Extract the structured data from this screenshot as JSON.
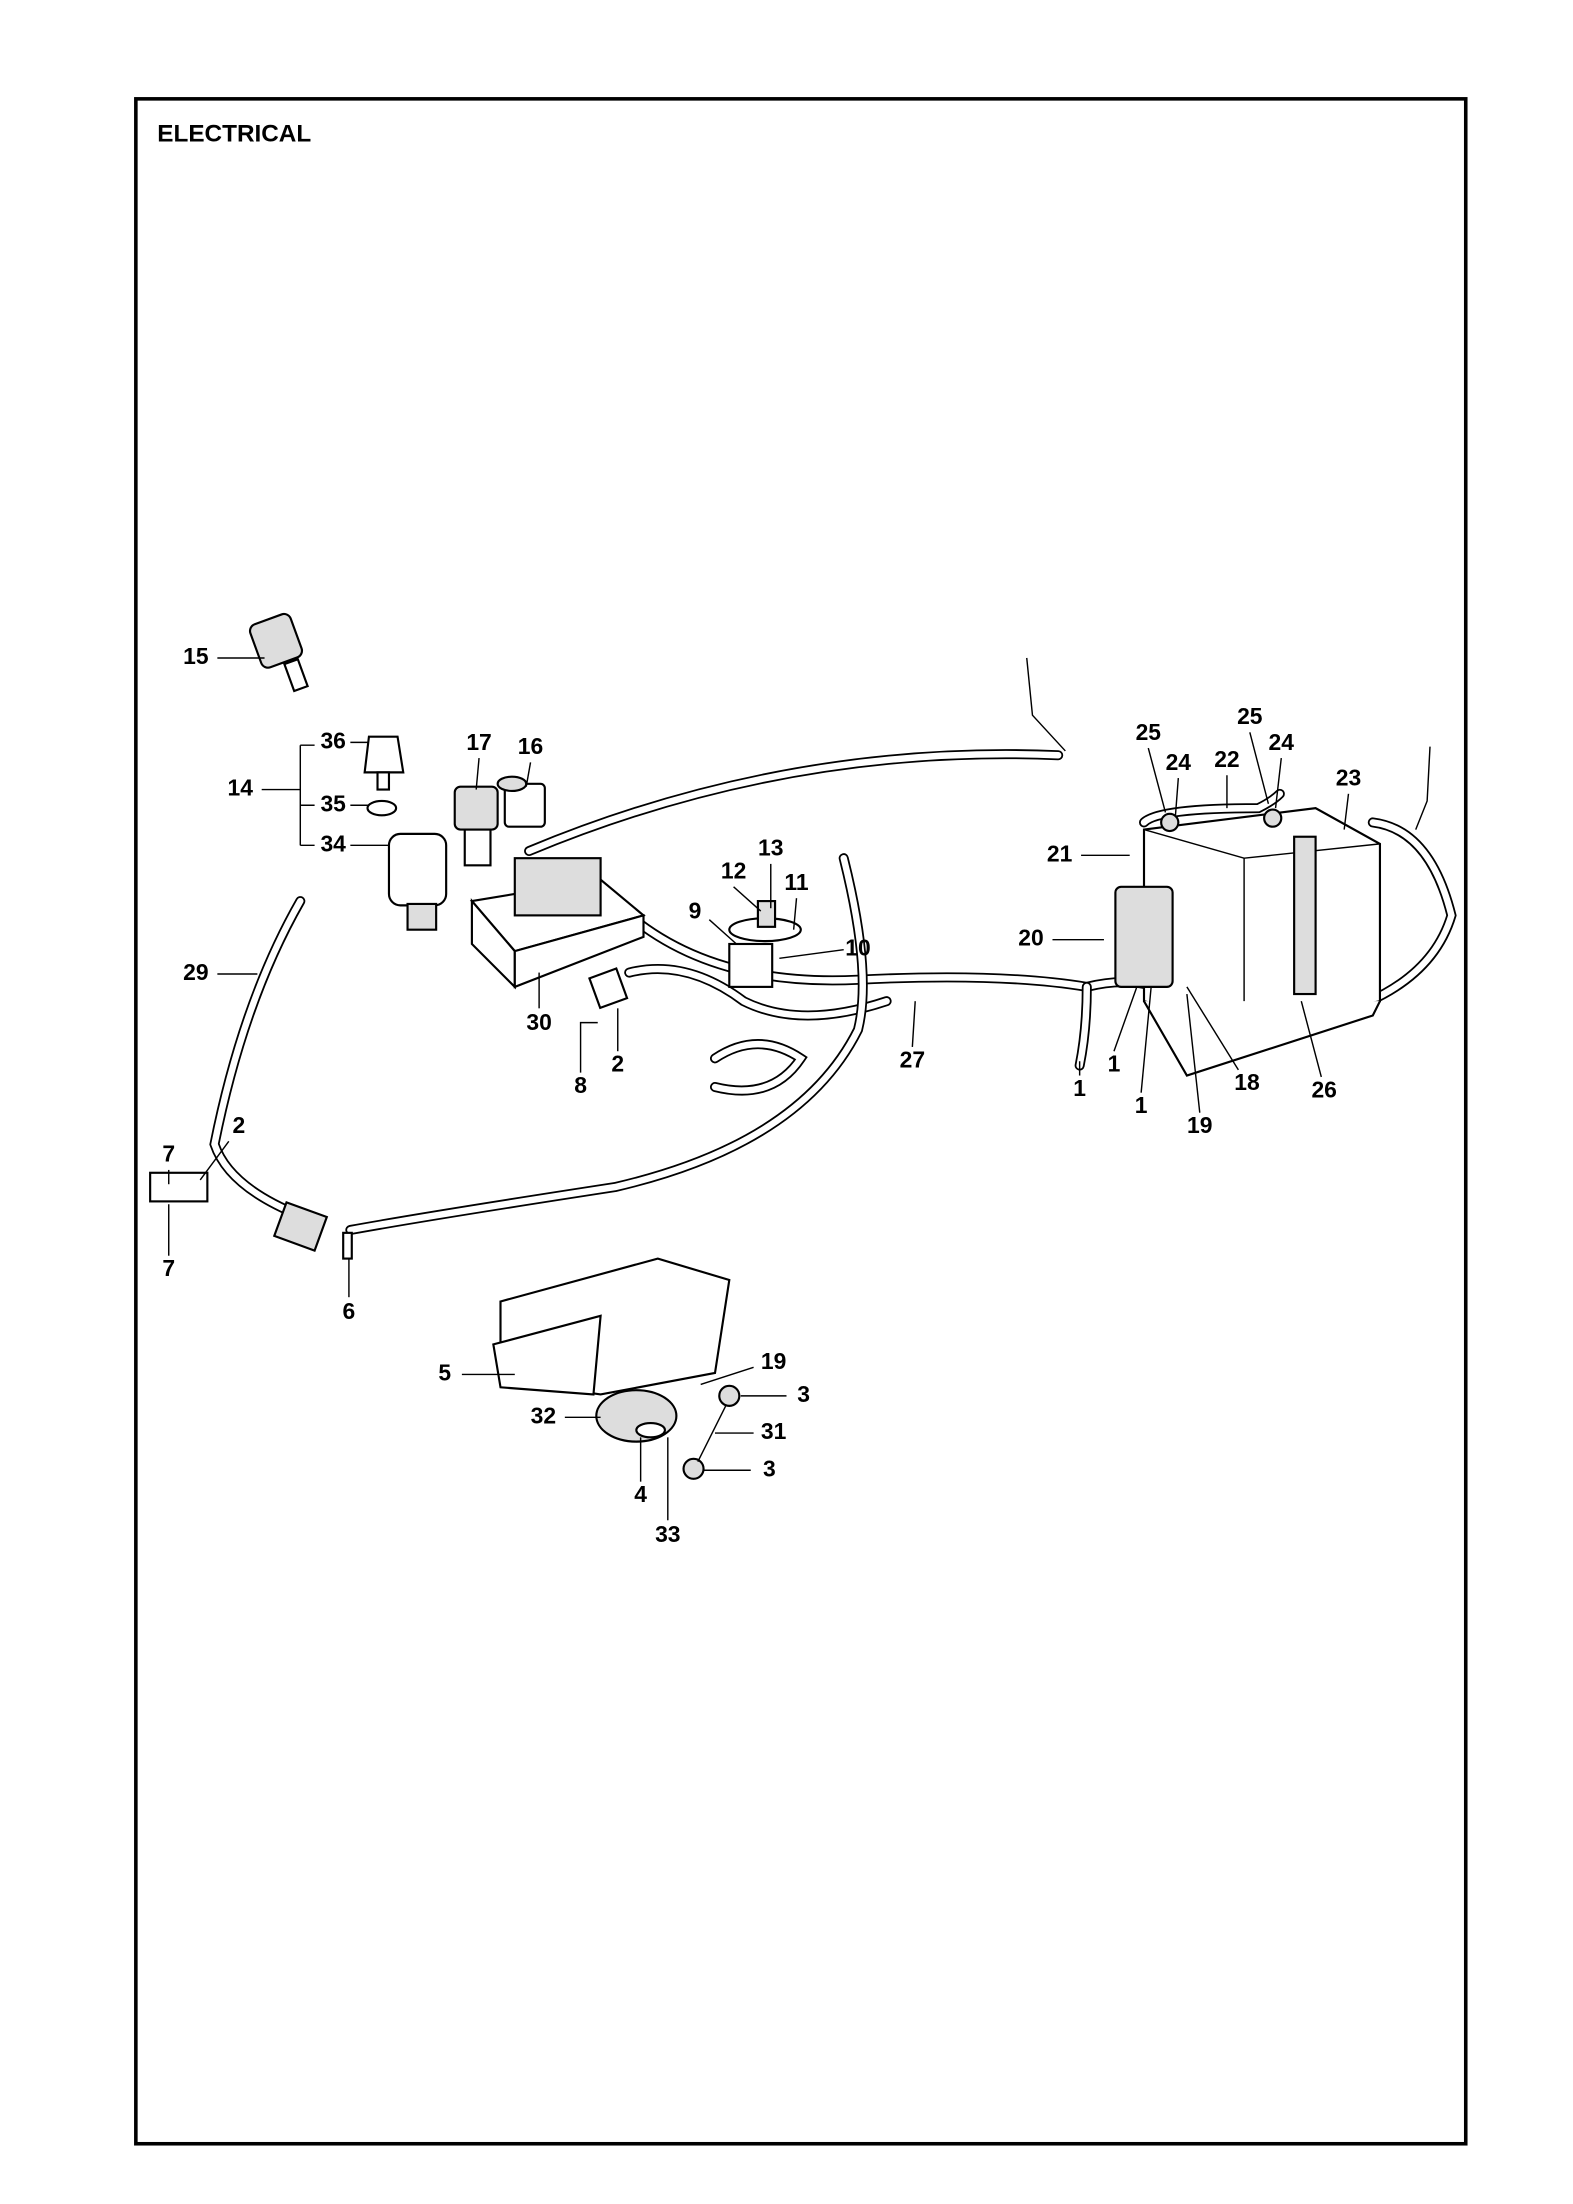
{
  "title": "ELECTRICAL",
  "callouts": [
    {
      "id": "15",
      "label": "15"
    },
    {
      "id": "36",
      "label": "36"
    },
    {
      "id": "35",
      "label": "35"
    },
    {
      "id": "34",
      "label": "34"
    },
    {
      "id": "14",
      "label": "14"
    },
    {
      "id": "17",
      "label": "17"
    },
    {
      "id": "16",
      "label": "16"
    },
    {
      "id": "29",
      "label": "29"
    },
    {
      "id": "30",
      "label": "30"
    },
    {
      "id": "8",
      "label": "8"
    },
    {
      "id": "2a",
      "label": "2"
    },
    {
      "id": "9",
      "label": "9"
    },
    {
      "id": "12",
      "label": "12"
    },
    {
      "id": "13",
      "label": "13"
    },
    {
      "id": "11",
      "label": "11"
    },
    {
      "id": "10",
      "label": "10"
    },
    {
      "id": "27",
      "label": "27"
    },
    {
      "id": "7a",
      "label": "7"
    },
    {
      "id": "2b",
      "label": "2"
    },
    {
      "id": "7b",
      "label": "7"
    },
    {
      "id": "6",
      "label": "6"
    },
    {
      "id": "5",
      "label": "5"
    },
    {
      "id": "19a",
      "label": "19"
    },
    {
      "id": "3a",
      "label": "3"
    },
    {
      "id": "32",
      "label": "32"
    },
    {
      "id": "31",
      "label": "31"
    },
    {
      "id": "3b",
      "label": "3"
    },
    {
      "id": "4",
      "label": "4"
    },
    {
      "id": "33",
      "label": "33"
    },
    {
      "id": "25a",
      "label": "25"
    },
    {
      "id": "24a",
      "label": "24"
    },
    {
      "id": "22",
      "label": "22"
    },
    {
      "id": "25b",
      "label": "25"
    },
    {
      "id": "24b",
      "label": "24"
    },
    {
      "id": "23",
      "label": "23"
    },
    {
      "id": "21",
      "label": "21"
    },
    {
      "id": "20",
      "label": "20"
    },
    {
      "id": "1a",
      "label": "1"
    },
    {
      "id": "1b",
      "label": "1"
    },
    {
      "id": "1c",
      "label": "1"
    },
    {
      "id": "18",
      "label": "18"
    },
    {
      "id": "19b",
      "label": "19"
    },
    {
      "id": "26",
      "label": "26"
    }
  ]
}
